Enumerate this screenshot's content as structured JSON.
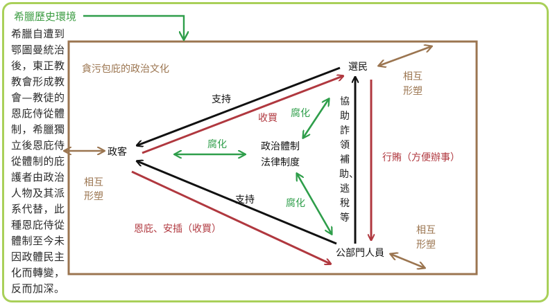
{
  "title": "希臘歷史環境",
  "side_text": "希臘自遭到鄂圖曼統治後，東正教教會形成教會—教徒的恩庇侍從體制，希臘獨立後恩庇侍從體制的庇護者由政治人物及其派系代替，此種恩庇侍從體制至今未因政體民主化而轉變，反而加深。",
  "culture_label": "貪污包庇的政治文化",
  "nodes": {
    "voters": "選民",
    "politicians": "政客",
    "civil_servants": "公部門人員",
    "center_line1": "政治體制",
    "center_line2": "法律制度"
  },
  "edges": {
    "support_top": "支持",
    "bribe": "收買",
    "support_bottom": "支持",
    "patronage": "恩庇、安插（收買）",
    "bribery_side": "行賄（方便辦事）",
    "assist": "協助詐領補助、逃稅等",
    "corrupt_left": "腐化",
    "corrupt_top": "腐化",
    "corrupt_bottom": "腐化"
  },
  "mutual": {
    "left_1": "相互",
    "left_2": "形塑",
    "voters_1": "相互",
    "voters_2": "形塑",
    "cs_1": "相互",
    "cs_2": "形塑"
  },
  "colors": {
    "frame_border": "#a9d059",
    "title": "#3f9e45",
    "brown": "#9b7550",
    "red": "#b0383f",
    "green": "#2e9e4a",
    "black": "#111111"
  }
}
